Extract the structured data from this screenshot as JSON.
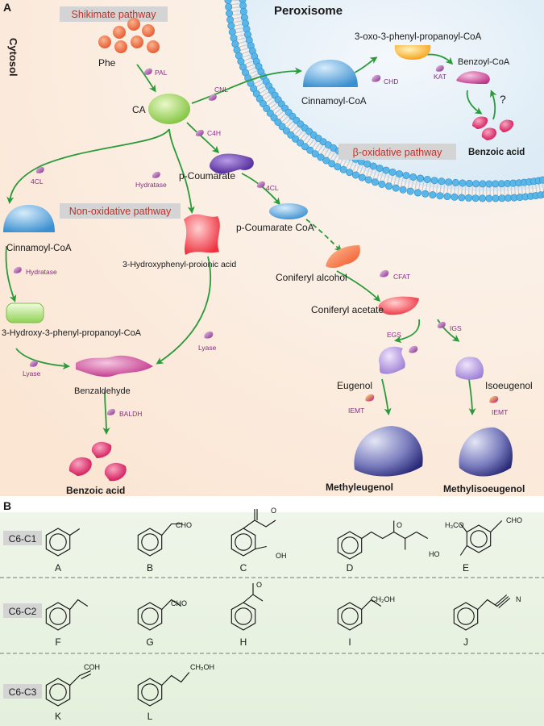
{
  "panel_a": {
    "label": "A",
    "compartments": {
      "cytosol": "Cytosol",
      "peroxisome": "Peroxisome"
    },
    "pathways": {
      "shikimate": "Shikimate pathway",
      "non_oxidative": "Non-oxidative pathway",
      "beta_oxidative": "β-oxidative pathway"
    },
    "metabolites": {
      "phe": "Phe",
      "ca": "CA",
      "cinnamoyl_coa_perox": "Cinnamoyl-CoA",
      "oxo_phenyl_propanoyl_coa": "3-oxo-3-phenyl-propanoyl-CoA",
      "benzoyl_coa": "Benzoyl-CoA",
      "benzoic_acid_perox": "Benzoic acid",
      "question": "?",
      "p_coumarate": "p-Coumarate",
      "p_coumarate_coa": "p-Coumarate CoA",
      "cinnamoyl_coa_cyto": "Cinnamoyl-CoA",
      "hydroxyphenyl_proionic_acid": "3-Hydroxyphenyl-proionic acid",
      "hydroxy_phenyl_propanoyl_coa": "3-Hydroxy-3-phenyl-propanoyl-CoA",
      "benzaldehyde": "Benzaldehyde",
      "benzoic_acid_cyto": "Benzoic acid",
      "coniferyl_alcohol": "Coniferyl alcohol",
      "coniferyl_acetate": "Coniferyl acetate",
      "eugenol": "Eugenol",
      "isoeugenol": "Isoeugenol",
      "methyleugenol": "Methyleugenol",
      "methylisoeugenol": "Methylisoeugenol"
    },
    "enzymes": {
      "pal": "PAL",
      "cnl": "CNL",
      "c4h": "C4H",
      "chd": "CHD",
      "kat": "KAT",
      "fourcl_left": "4CL",
      "fourcl_right": "4CL",
      "hydratase_top": "Hydratase",
      "hydratase_left": "Hydratase",
      "lyase_left": "Lyase",
      "lyase_mid": "Lyase",
      "baldh": "BALDH",
      "cfat": "CFAT",
      "egs": "EGS",
      "igs": "IGS",
      "iemt_left": "IEMT",
      "iemt_right": "IEMT"
    }
  },
  "panel_b": {
    "label": "B",
    "rows": [
      {
        "class": "C6-C1",
        "compounds": [
          "A",
          "B",
          "C",
          "D",
          "E"
        ]
      },
      {
        "class": "C6-C2",
        "compounds": [
          "F",
          "G",
          "H",
          "I",
          "J"
        ]
      },
      {
        "class": "C6-C3",
        "compounds": [
          "K",
          "L"
        ]
      }
    ],
    "substituents": {
      "cho_b": "CHO",
      "oh_c": "OH",
      "h3co_e": "H₃CO",
      "cho_e": "CHO",
      "ho_e": "HO",
      "cho_g": "CHO",
      "ch2oh_i": "CH₂OH",
      "n_j": "N",
      "coh_k": "COH",
      "ch2oh_l": "CH₂OH",
      "o_c": "O",
      "o_d": "O",
      "o_h": "O"
    }
  }
}
